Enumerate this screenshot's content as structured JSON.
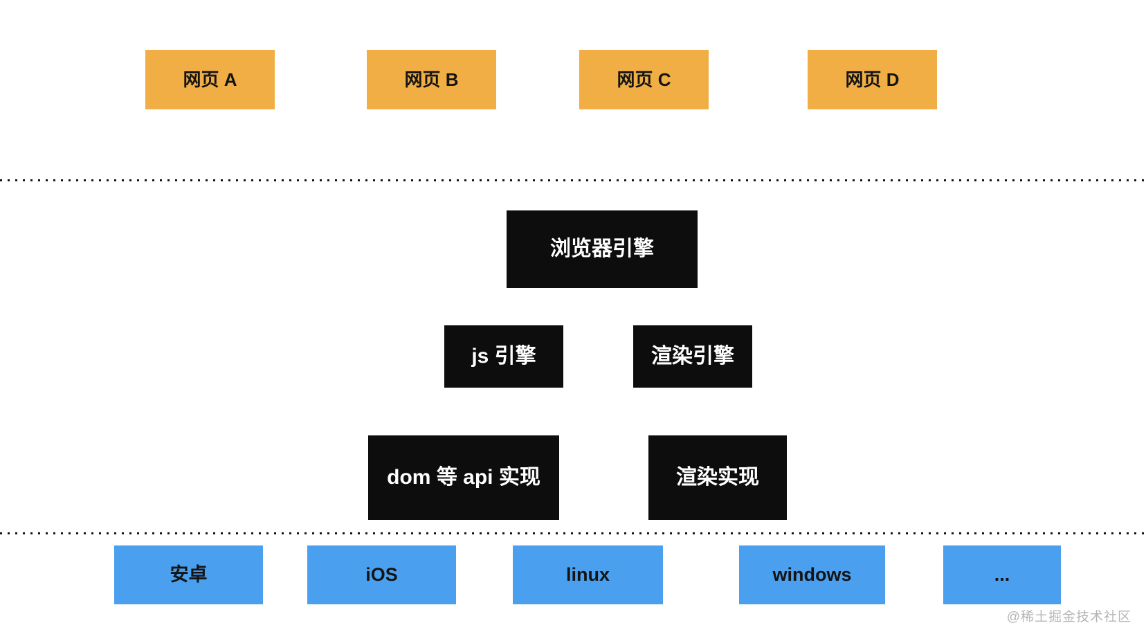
{
  "diagram": {
    "colors": {
      "background": "#ffffff",
      "webpage_box": "#f0ae45",
      "engine_box": "#0d0d0d",
      "engine_text": "#ffffff",
      "os_box": "#4aa0ef",
      "dark_text": "#141414",
      "divider": "#151515",
      "watermark": "#b5b5b5"
    },
    "webpages": [
      {
        "label": "网页 A"
      },
      {
        "label": "网页 B"
      },
      {
        "label": "网页 C"
      },
      {
        "label": "网页 D"
      }
    ],
    "browser_engine": {
      "label": "浏览器引擎"
    },
    "engines": [
      {
        "label": "js 引擎"
      },
      {
        "label": "渲染引擎"
      }
    ],
    "implementations": [
      {
        "label": "dom 等 api 实现"
      },
      {
        "label": "渲染实现"
      }
    ],
    "platforms": [
      {
        "label": "安卓"
      },
      {
        "label": "iOS"
      },
      {
        "label": "linux"
      },
      {
        "label": "windows"
      },
      {
        "label": "..."
      }
    ],
    "watermark": "@稀土掘金技术社区"
  }
}
